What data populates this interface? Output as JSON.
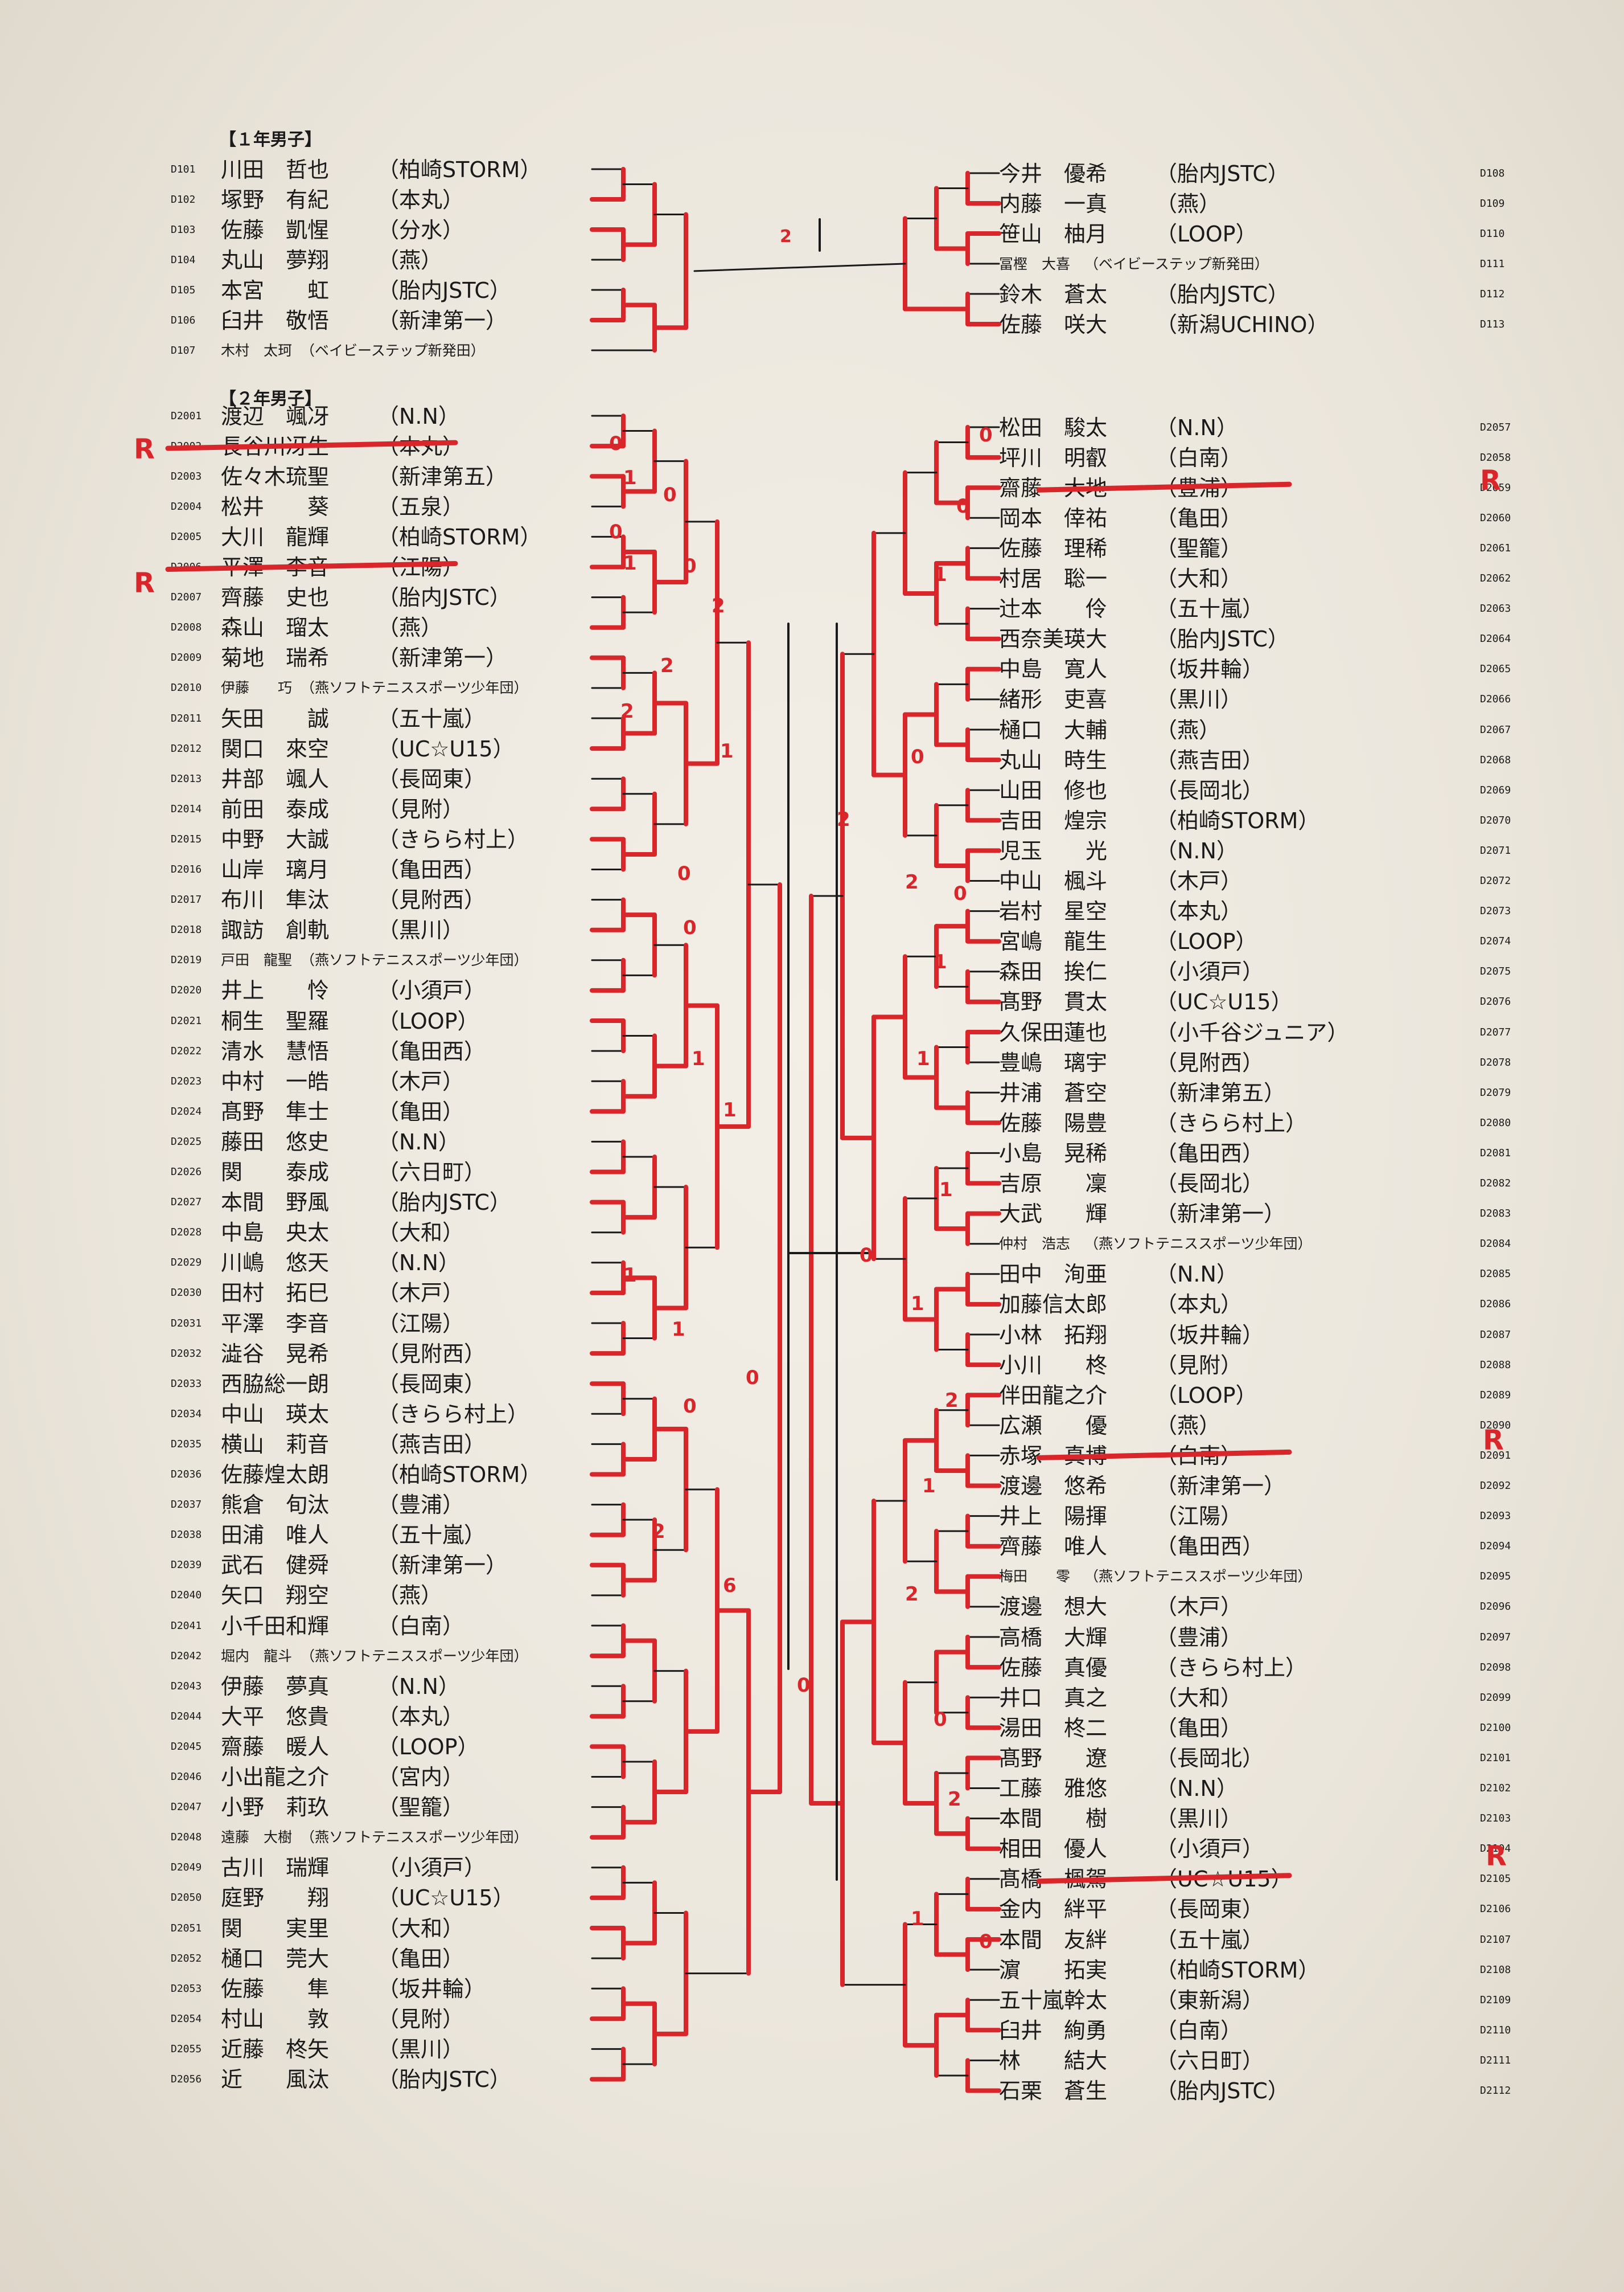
{
  "sections": {
    "boys1": {
      "header": "【１年男子】",
      "left": [
        {
          "code": "D101",
          "name": "川田　哲也",
          "club": "（柏崎STORM）"
        },
        {
          "code": "D102",
          "name": "塚野　有紀",
          "club": "（本丸）"
        },
        {
          "code": "D103",
          "name": "佐藤　凱惺",
          "club": "（分水）"
        },
        {
          "code": "D104",
          "name": "丸山　夢翔",
          "club": "（燕）"
        },
        {
          "code": "D105",
          "name": "本宮　　虹",
          "club": "（胎内JSTC）"
        },
        {
          "code": "D106",
          "name": "臼井　敬悟",
          "club": "（新津第一）"
        },
        {
          "code": "D107",
          "name": "木村　太珂",
          "club": "（ベイビーステップ新発田）"
        }
      ],
      "right": [
        {
          "code": "D108",
          "name": "今井　優希",
          "club": "（胎内JSTC）"
        },
        {
          "code": "D109",
          "name": "内藤　一真",
          "club": "（燕）"
        },
        {
          "code": "D110",
          "name": "笹山　柚月",
          "club": "（LOOP）"
        },
        {
          "code": "D111",
          "name": "冨樫　大喜",
          "club": "（ベイビーステップ新発田）"
        },
        {
          "code": "D112",
          "name": "鈴木　蒼太",
          "club": "（胎内JSTC）"
        },
        {
          "code": "D113",
          "name": "佐藤　咲大",
          "club": "（新潟UCHINO）"
        }
      ]
    },
    "boys2": {
      "header": "【２年男子】",
      "left": [
        {
          "code": "D2001",
          "name": "渡辺　颯冴",
          "club": "（N.N）"
        },
        {
          "code": "D2002",
          "name": "長谷川冴生",
          "club": "（本丸）"
        },
        {
          "code": "D2003",
          "name": "佐々木琉聖",
          "club": "（新津第五）"
        },
        {
          "code": "D2004",
          "name": "松井　　葵",
          "club": "（五泉）"
        },
        {
          "code": "D2005",
          "name": "大川　龍輝",
          "club": "（柏崎STORM）"
        },
        {
          "code": "D2006",
          "name": "平澤　李音",
          "club": "（江陽）"
        },
        {
          "code": "D2007",
          "name": "齊藤　史也",
          "club": "（胎内JSTC）"
        },
        {
          "code": "D2008",
          "name": "森山　瑠太",
          "club": "（燕）"
        },
        {
          "code": "D2009",
          "name": "菊地　瑞希",
          "club": "（新津第一）"
        },
        {
          "code": "D2010",
          "name": "伊藤　　巧",
          "club": "（燕ソフトテニススポーツ少年団）"
        },
        {
          "code": "D2011",
          "name": "矢田　　誠",
          "club": "（五十嵐）"
        },
        {
          "code": "D2012",
          "name": "関口　來空",
          "club": "（UC☆U15）"
        },
        {
          "code": "D2013",
          "name": "井部　颯人",
          "club": "（長岡東）"
        },
        {
          "code": "D2014",
          "name": "前田　泰成",
          "club": "（見附）"
        },
        {
          "code": "D2015",
          "name": "中野　大誠",
          "club": "（きらら村上）"
        },
        {
          "code": "D2016",
          "name": "山岸　璃月",
          "club": "（亀田西）"
        },
        {
          "code": "D2017",
          "name": "布川　隼汰",
          "club": "（見附西）"
        },
        {
          "code": "D2018",
          "name": "諏訪　創軌",
          "club": "（黒川）"
        },
        {
          "code": "D2019",
          "name": "戸田　龍聖",
          "club": "（燕ソフトテニススポーツ少年団）"
        },
        {
          "code": "D2020",
          "name": "井上　　怜",
          "club": "（小須戸）"
        },
        {
          "code": "D2021",
          "name": "桐生　聖羅",
          "club": "（LOOP）"
        },
        {
          "code": "D2022",
          "name": "清水　慧悟",
          "club": "（亀田西）"
        },
        {
          "code": "D2023",
          "name": "中村　一皓",
          "club": "（木戸）"
        },
        {
          "code": "D2024",
          "name": "髙野　隼士",
          "club": "（亀田）"
        },
        {
          "code": "D2025",
          "name": "藤田　悠史",
          "club": "（N.N）"
        },
        {
          "code": "D2026",
          "name": "関　　泰成",
          "club": "（六日町）"
        },
        {
          "code": "D2027",
          "name": "本間　野風",
          "club": "（胎内JSTC）"
        },
        {
          "code": "D2028",
          "name": "中島　央太",
          "club": "（大和）"
        },
        {
          "code": "D2029",
          "name": "川嶋　悠天",
          "club": "（N.N）"
        },
        {
          "code": "D2030",
          "name": "田村　拓巳",
          "club": "（木戸）"
        },
        {
          "code": "D2031",
          "name": "平澤　李音",
          "club": "（江陽）"
        },
        {
          "code": "D2032",
          "name": "澁谷　晃希",
          "club": "（見附西）"
        },
        {
          "code": "D2033",
          "name": "西脇総一朗",
          "club": "（長岡東）"
        },
        {
          "code": "D2034",
          "name": "中山　瑛太",
          "club": "（きらら村上）"
        },
        {
          "code": "D2035",
          "name": "横山　莉音",
          "club": "（燕吉田）"
        },
        {
          "code": "D2036",
          "name": "佐藤煌太朗",
          "club": "（柏崎STORM）"
        },
        {
          "code": "D2037",
          "name": "熊倉　旬汰",
          "club": "（豊浦）"
        },
        {
          "code": "D2038",
          "name": "田浦　唯人",
          "club": "（五十嵐）"
        },
        {
          "code": "D2039",
          "name": "武石　健舜",
          "club": "（新津第一）"
        },
        {
          "code": "D2040",
          "name": "矢口　翔空",
          "club": "（燕）"
        },
        {
          "code": "D2041",
          "name": "小千田和輝",
          "club": "（白南）"
        },
        {
          "code": "D2042",
          "name": "堀内　龍斗",
          "club": "（燕ソフトテニススポーツ少年団）"
        },
        {
          "code": "D2043",
          "name": "伊藤　夢真",
          "club": "（N.N）"
        },
        {
          "code": "D2044",
          "name": "大平　悠貴",
          "club": "（本丸）"
        },
        {
          "code": "D2045",
          "name": "齋藤　暖人",
          "club": "（LOOP）"
        },
        {
          "code": "D2046",
          "name": "小出龍之介",
          "club": "（宮内）"
        },
        {
          "code": "D2047",
          "name": "小野　莉玖",
          "club": "（聖籠）"
        },
        {
          "code": "D2048",
          "name": "遠藤　大樹",
          "club": "（燕ソフトテニススポーツ少年団）"
        },
        {
          "code": "D2049",
          "name": "古川　瑞輝",
          "club": "（小須戸）"
        },
        {
          "code": "D2050",
          "name": "庭野　　翔",
          "club": "（UC☆U15）"
        },
        {
          "code": "D2051",
          "name": "関　　実里",
          "club": "（大和）"
        },
        {
          "code": "D2052",
          "name": "樋口　莞大",
          "club": "（亀田）"
        },
        {
          "code": "D2053",
          "name": "佐藤　　隼",
          "club": "（坂井輪）"
        },
        {
          "code": "D2054",
          "name": "村山　　敦",
          "club": "（見附）"
        },
        {
          "code": "D2055",
          "name": "近藤　柊矢",
          "club": "（黒川）"
        },
        {
          "code": "D2056",
          "name": "近　　風汰",
          "club": "（胎内JSTC）"
        }
      ],
      "right": [
        {
          "code": "D2057",
          "name": "松田　駿太",
          "club": "（N.N）"
        },
        {
          "code": "D2058",
          "name": "坪川　明叡",
          "club": "（白南）"
        },
        {
          "code": "D2059",
          "name": "齋藤　大地",
          "club": "（豊浦）"
        },
        {
          "code": "D2060",
          "name": "岡本　倖祐",
          "club": "（亀田）"
        },
        {
          "code": "D2061",
          "name": "佐藤　理稀",
          "club": "（聖籠）"
        },
        {
          "code": "D2062",
          "name": "村居　聡一",
          "club": "（大和）"
        },
        {
          "code": "D2063",
          "name": "辻本　　伶",
          "club": "（五十嵐）"
        },
        {
          "code": "D2064",
          "name": "西奈美瑛大",
          "club": "（胎内JSTC）"
        },
        {
          "code": "D2065",
          "name": "中島　寛人",
          "club": "（坂井輪）"
        },
        {
          "code": "D2066",
          "name": "緒形　吏喜",
          "club": "（黒川）"
        },
        {
          "code": "D2067",
          "name": "樋口　大輔",
          "club": "（燕）"
        },
        {
          "code": "D2068",
          "name": "丸山　時生",
          "club": "（燕吉田）"
        },
        {
          "code": "D2069",
          "name": "山田　修也",
          "club": "（長岡北）"
        },
        {
          "code": "D2070",
          "name": "吉田　煌宗",
          "club": "（柏崎STORM）"
        },
        {
          "code": "D2071",
          "name": "児玉　　光",
          "club": "（N.N）"
        },
        {
          "code": "D2072",
          "name": "中山　楓斗",
          "club": "（木戸）"
        },
        {
          "code": "D2073",
          "name": "岩村　星空",
          "club": "（本丸）"
        },
        {
          "code": "D2074",
          "name": "宮嶋　龍生",
          "club": "（LOOP）"
        },
        {
          "code": "D2075",
          "name": "森田　挨仁",
          "club": "（小須戸）"
        },
        {
          "code": "D2076",
          "name": "髙野　貫太",
          "club": "（UC☆U15）"
        },
        {
          "code": "D2077",
          "name": "久保田蓮也",
          "club": "（小千谷ジュニア）"
        },
        {
          "code": "D2078",
          "name": "豊嶋　璃宇",
          "club": "（見附西）"
        },
        {
          "code": "D2079",
          "name": "井浦　蒼空",
          "club": "（新津第五）"
        },
        {
          "code": "D2080",
          "name": "佐藤　陽豊",
          "club": "（きらら村上）"
        },
        {
          "code": "D2081",
          "name": "小島　晃稀",
          "club": "（亀田西）"
        },
        {
          "code": "D2082",
          "name": "吉原　　凜",
          "club": "（長岡北）"
        },
        {
          "code": "D2083",
          "name": "大武　　輝",
          "club": "（新津第一）"
        },
        {
          "code": "D2084",
          "name": "仲村　浩志",
          "club": "（燕ソフトテニススポーツ少年団）"
        },
        {
          "code": "D2085",
          "name": "田中　洵亜",
          "club": "（N.N）"
        },
        {
          "code": "D2086",
          "name": "加藤信太郎",
          "club": "（本丸）"
        },
        {
          "code": "D2087",
          "name": "小林　拓翔",
          "club": "（坂井輪）"
        },
        {
          "code": "D2088",
          "name": "小川　　柊",
          "club": "（見附）"
        },
        {
          "code": "D2089",
          "name": "伴田龍之介",
          "club": "（LOOP）"
        },
        {
          "code": "D2090",
          "name": "広瀬　　優",
          "club": "（燕）"
        },
        {
          "code": "D2091",
          "name": "赤塚　真博",
          "club": "（白南）"
        },
        {
          "code": "D2092",
          "name": "渡邊　悠希",
          "club": "（新津第一）"
        },
        {
          "code": "D2093",
          "name": "井上　陽揮",
          "club": "（江陽）"
        },
        {
          "code": "D2094",
          "name": "齊藤　唯人",
          "club": "（亀田西）"
        },
        {
          "code": "D2095",
          "name": "梅田　　零",
          "club": "（燕ソフトテニススポーツ少年団）"
        },
        {
          "code": "D2096",
          "name": "渡邊　想大",
          "club": "（木戸）"
        },
        {
          "code": "D2097",
          "name": "高橋　大輝",
          "club": "（豊浦）"
        },
        {
          "code": "D2098",
          "name": "佐藤　真優",
          "club": "（きらら村上）"
        },
        {
          "code": "D2099",
          "name": "井口　真之",
          "club": "（大和）"
        },
        {
          "code": "D2100",
          "name": "湯田　柊二",
          "club": "（亀田）"
        },
        {
          "code": "D2101",
          "name": "髙野　　遼",
          "club": "（長岡北）"
        },
        {
          "code": "D2102",
          "name": "工藤　雅悠",
          "club": "（N.N）"
        },
        {
          "code": "D2103",
          "name": "本間　　樹",
          "club": "（黒川）"
        },
        {
          "code": "D2104",
          "name": "相田　優人",
          "club": "（小須戸）"
        },
        {
          "code": "D2105",
          "name": "髙橋　楓駕",
          "club": "（UC☆U15）"
        },
        {
          "code": "D2106",
          "name": "金内　絆平",
          "club": "（長岡東）"
        },
        {
          "code": "D2107",
          "name": "本間　友絆",
          "club": "（五十嵐）"
        },
        {
          "code": "D2108",
          "name": "濵　　拓実",
          "club": "（柏崎STORM）"
        },
        {
          "code": "D2109",
          "name": "五十嵐幹太",
          "club": "（東新潟）"
        },
        {
          "code": "D2110",
          "name": "臼井　絢勇",
          "club": "（白南）"
        },
        {
          "code": "D2111",
          "name": "林　　結大",
          "club": "（六日町）"
        },
        {
          "code": "D2112",
          "name": "石栗　蒼生",
          "club": "（胎内JSTC）"
        }
      ]
    }
  },
  "annotations": {
    "strikeouts": [
      "D2002",
      "D2006",
      "D2059",
      "D2091",
      "D2105"
    ],
    "margin_marks": [
      "R",
      "R",
      "R",
      "R",
      "R"
    ],
    "ink_color": "#d9262a",
    "print_color": "#1a1a1a"
  }
}
